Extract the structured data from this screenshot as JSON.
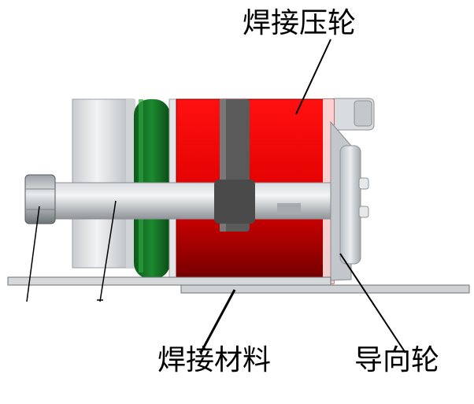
{
  "labels": {
    "pressure_wheel": "焊接压轮",
    "welding_material": "焊接材料",
    "guide_wheel": "导向轮"
  },
  "colors": {
    "roller_red": "#e00000",
    "roller_dark_red": "#7a0000",
    "green_ring": "#0b6b1e",
    "steel_light": "#e6e8ea",
    "steel_mid": "#b8bcc0",
    "clamp_gray": "#555555",
    "plate_gray": "#cfd2d4"
  }
}
